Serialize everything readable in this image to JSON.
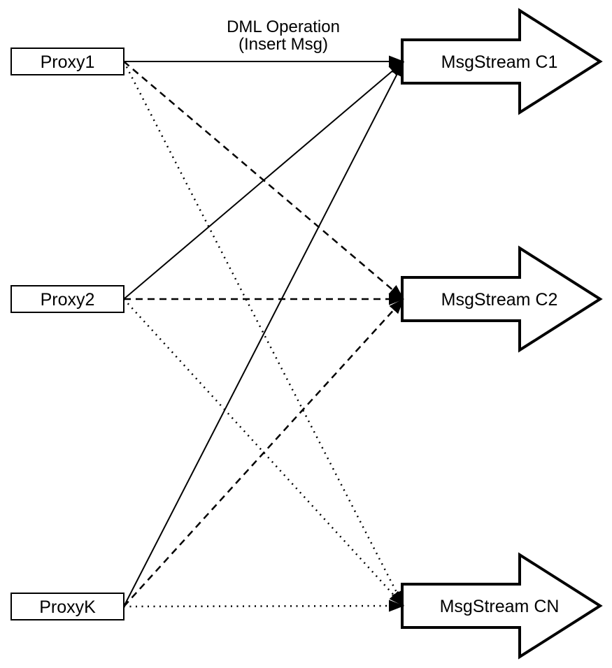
{
  "title": {
    "line1": "DML Operation",
    "line2": "(Insert Msg)"
  },
  "proxies": [
    {
      "label": "Proxy1"
    },
    {
      "label": "Proxy2"
    },
    {
      "label": "ProxyK"
    }
  ],
  "streams": [
    {
      "label": "MsgStream C1",
      "line_style": "solid"
    },
    {
      "label": "MsgStream C2",
      "line_style": "dashed"
    },
    {
      "label": "MsgStream CN",
      "line_style": "dotted"
    }
  ],
  "edges": [
    {
      "from": "Proxy1",
      "to": "MsgStream C1"
    },
    {
      "from": "Proxy2",
      "to": "MsgStream C1"
    },
    {
      "from": "ProxyK",
      "to": "MsgStream C1"
    },
    {
      "from": "Proxy1",
      "to": "MsgStream C2"
    },
    {
      "from": "Proxy2",
      "to": "MsgStream C2"
    },
    {
      "from": "ProxyK",
      "to": "MsgStream C2"
    },
    {
      "from": "Proxy1",
      "to": "MsgStream CN"
    },
    {
      "from": "Proxy2",
      "to": "MsgStream CN"
    },
    {
      "from": "ProxyK",
      "to": "MsgStream CN"
    }
  ],
  "colors": {
    "stroke": "#000000",
    "fill": "#ffffff",
    "background": "#ffffff"
  }
}
